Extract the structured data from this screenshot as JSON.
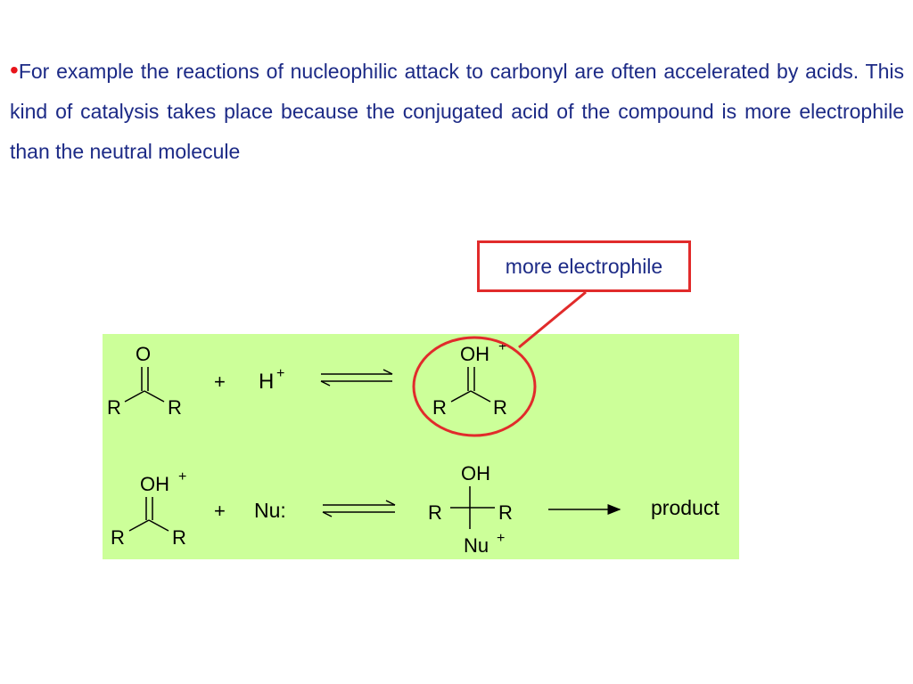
{
  "text": {
    "bullet": "•",
    "paragraph": "For example the reactions of nucleophilic attack to carbonyl are often accelerated by acids. This kind of catalysis takes place because the conjugated acid of the compound is more electrophile than the neutral molecule"
  },
  "callout": {
    "label": "more electrophile"
  },
  "colors": {
    "text": "#1c2a86",
    "accent_red": "#e12b2b",
    "scheme_background": "#ccff99"
  },
  "scheme": {
    "row1": {
      "ketone": {
        "O": "O",
        "R_left": "R",
        "R_right": "R"
      },
      "plus": "+",
      "proton": {
        "H": "H",
        "charge": "+"
      },
      "protonated": {
        "OH": "OH",
        "charge": "+",
        "R_left": "R",
        "R_right": "R"
      }
    },
    "row2": {
      "protonated": {
        "OH": "OH",
        "charge": "+",
        "R_left": "R",
        "R_right": "R"
      },
      "plus": "+",
      "nucleophile": "Nu:",
      "adduct": {
        "OH": "OH",
        "R_left": "R",
        "R_right": "R",
        "Nu": "Nu",
        "charge": "+"
      },
      "product": "product"
    }
  }
}
